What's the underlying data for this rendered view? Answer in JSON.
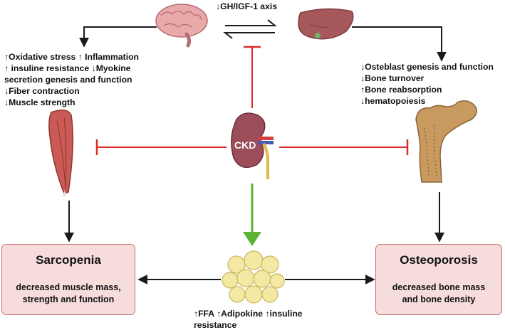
{
  "axis_label": "↓GH/IGF-1 axis",
  "brain_effects": [
    "↑Oxidative stress ↑ Inflammation",
    "↑ insuline resistance ↓Myokine",
    "secretion genesis and function",
    "↓Fiber contraction",
    "↓Muscle strength"
  ],
  "liver_effects": [
    "↓Osteblast genesis and function",
    "↓Bone turnover",
    "↑Bone reabsorption",
    "↓hematopoiesis"
  ],
  "kidney_label": "CKD",
  "fat_effects": [
    "↑FFA ↑Adipokine ↑insuline",
    "resistance"
  ],
  "sarcopenia": {
    "title": "Sarcopenia",
    "description": [
      "decreased muscle mass,",
      "strength and function"
    ]
  },
  "osteoporosis": {
    "title": "Osteoporosis",
    "description": [
      "decreased bone mass",
      "and bone density"
    ]
  },
  "colors": {
    "inhibition": "#dd2a2a",
    "stimulation": "#5cb338",
    "arrow": "#1a1a1a",
    "box_fill": "#f7dcdc",
    "box_border": "#c96e6e",
    "kidney": "#9b4d5a",
    "fat": "#f3e9a2"
  }
}
